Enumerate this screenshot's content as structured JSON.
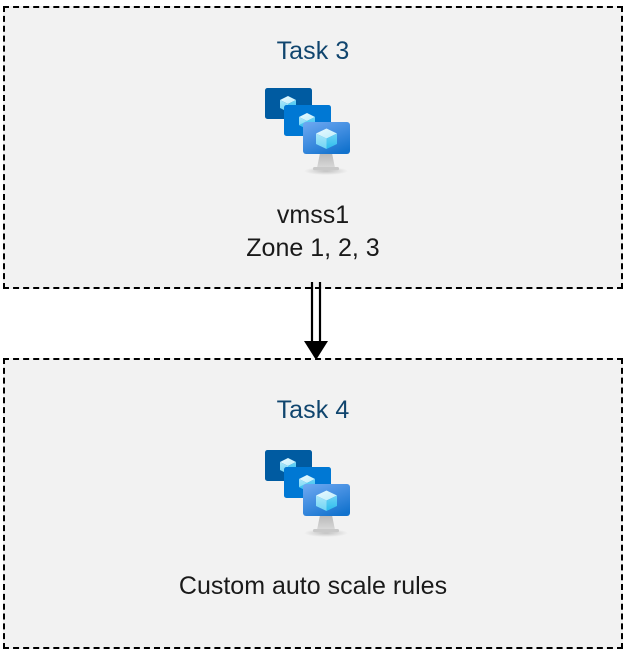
{
  "diagram": {
    "background_color": "#ffffff",
    "box_fill_color": "#f2f2f2",
    "box_border_color": "#000000",
    "title_color": "#10456e",
    "caption_color": "#1a1a1a",
    "connector_color": "#000000",
    "boxes": [
      {
        "id": "task3",
        "title": "Task 3",
        "icon": "azure-vm-scale-set-icon",
        "captions": [
          "vmss1",
          "Zone 1, 2, 3"
        ]
      },
      {
        "id": "task4",
        "title": "Task 4",
        "icon": "azure-vm-scale-set-icon",
        "captions": [
          "Custom auto scale rules"
        ]
      }
    ],
    "connector": {
      "from": "task3",
      "to": "task4",
      "style": "double-line-arrow",
      "direction": "down"
    }
  },
  "icon_colors": {
    "monitor_back": "#005ba1",
    "monitor_middle": "#0078d4",
    "monitor_front_top": "#6aa6f0",
    "monitor_front_bottom": "#1f7ad4",
    "cube_light": "#d6f4fd",
    "cube_mid": "#8fe2f8",
    "cube_dark": "#32c5f4",
    "stand": "#9e9e9e"
  }
}
